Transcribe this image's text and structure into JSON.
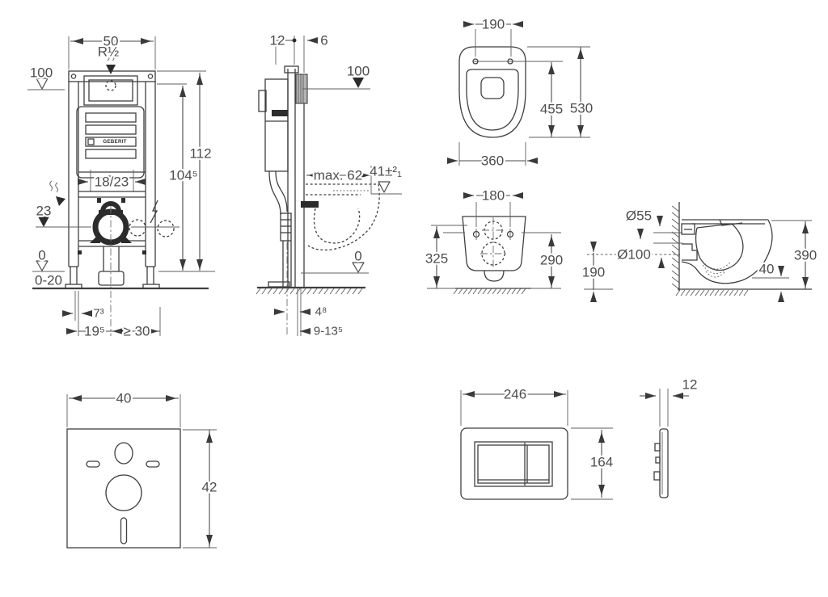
{
  "meta": {
    "background": "#ffffff",
    "line_color": "#3f3f3f",
    "dim_color": "#4d4d4d",
    "solid_fill": "#2c2c2c"
  },
  "views": {
    "frame_front": {
      "labels": {
        "width": "50",
        "water_conn": "R½",
        "level": "100",
        "height": "112",
        "height2": "104⁵",
        "offset": "18/23",
        "outlet_level": "23",
        "zero": "0",
        "range": "0-20",
        "foot": "7³",
        "axis": "19⁵",
        "clearance": "≥ 30",
        "brand": "GEBERIT"
      }
    },
    "frame_side": {
      "labels": {
        "depth1": "12",
        "depth2": "6",
        "level": "100",
        "max_depth": "max. 62",
        "seat_tol": "41±²₁",
        "zero": "0",
        "drain": "4⁸",
        "wall": "9-13⁵"
      }
    },
    "wc_top": {
      "labels": {
        "hinge": "190",
        "depth1": "455",
        "depth2": "530",
        "width": "360"
      }
    },
    "wc_front": {
      "labels": {
        "holes": "180",
        "h_left": "325",
        "h_right": "290"
      }
    },
    "wc_side": {
      "labels": {
        "inlet": "Ø55",
        "outlet": "Ø100",
        "outlet_h": "190",
        "gap": "40",
        "height": "390"
      }
    },
    "pad": {
      "labels": {
        "width": "40",
        "height": "42"
      }
    },
    "plate": {
      "labels": {
        "width": "246",
        "height": "164"
      }
    },
    "plate_side": {
      "labels": {
        "thickness": "12"
      }
    }
  }
}
